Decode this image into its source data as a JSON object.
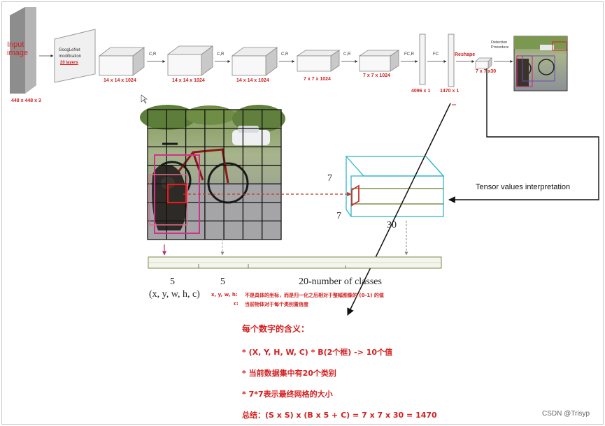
{
  "pipeline": {
    "input_label": "Input image",
    "input_dim": "448 x 448 x 3",
    "googlenet_line1": "GoogLeNet",
    "googlenet_line2": "modification",
    "googlenet_line3": "20 layers",
    "blocks": [
      {
        "dim": "14 x 14 x 1024"
      },
      {
        "dim": "14 x 14 x 1024"
      },
      {
        "dim": "14 x 14 x 1024"
      },
      {
        "dim": "7 x 7 x 1024"
      },
      {
        "dim": "7 x 7 x 1024"
      }
    ],
    "ops": [
      "C,R",
      "C,R",
      "C,R",
      "C,R",
      "FC,R",
      "FC"
    ],
    "fc1_dim": "4096 x 1",
    "fc2_dim": "1470 x 1",
    "reshape_label": "Reshape",
    "tensor_dim": "7 x 7 x30",
    "detection_line1": "Detection",
    "detection_line2": "Procedure"
  },
  "tensor": {
    "interpretation_label": "Tensor values interpretation",
    "side_label_1": "7",
    "side_label_2": "7",
    "depth_label": "30"
  },
  "vector": {
    "seg1_count": "5",
    "seg2_count": "5",
    "seg3_label": "20-number of classes",
    "coord_label": "(x, y, w, h, c)",
    "note_xywh_key": "x, y, w, h:",
    "note_xywh_text": "不是具体的坐标，而是归一化之后相对于整幅图像的 (0-1) 的值",
    "note_c_key": "c:",
    "note_c_text": "当前物体对于每个类别置信度"
  },
  "notes": {
    "heading": "每个数字的含义：",
    "line1": "* (X, Y, H, W, C) * B(2个框) -> 10个值",
    "line2": "* 当前数据集中有20个类别",
    "line3": "* 7*7表示最终网格的大小",
    "summary": "总结：(S x S) x (B x 5 + C) = 7 x 7 x 30 = 1470"
  },
  "watermark": "CSDN @Trisyp",
  "colors": {
    "label_red": "#d42020",
    "tensor_cyan": "#2fb7c8",
    "box_magenta": "#d0318a",
    "arrow_black": "#111111"
  }
}
